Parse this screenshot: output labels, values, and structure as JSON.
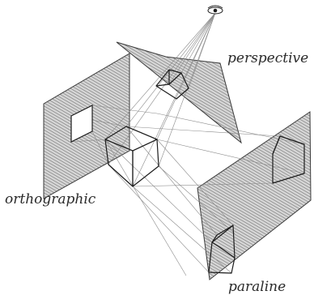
{
  "labels": {
    "perspective": "perspective",
    "orthographic": "orthographic",
    "paraline": "paraline"
  },
  "icons": {
    "viewer": "eye-icon"
  },
  "colors": {
    "plane_shade": "#9a9a9a",
    "line": "#1c1c1c",
    "background": "#ffffff"
  }
}
